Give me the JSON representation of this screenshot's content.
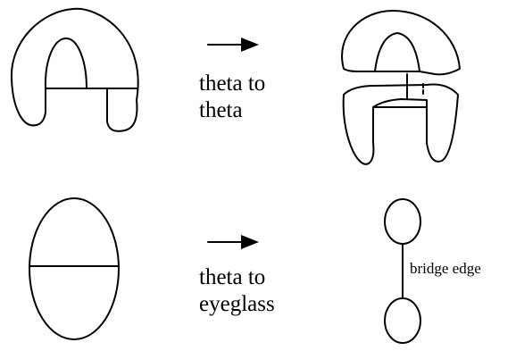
{
  "labels": {
    "theta_to_theta": [
      "theta to",
      "theta"
    ],
    "theta_to_eyeglass": [
      "theta to",
      "eyeglass"
    ],
    "bridge_edge": "bridge edge"
  },
  "colors": {
    "ink": "#000000",
    "background": "#ffffff"
  },
  "icons": {
    "arrow": "right-arrow-icon"
  }
}
